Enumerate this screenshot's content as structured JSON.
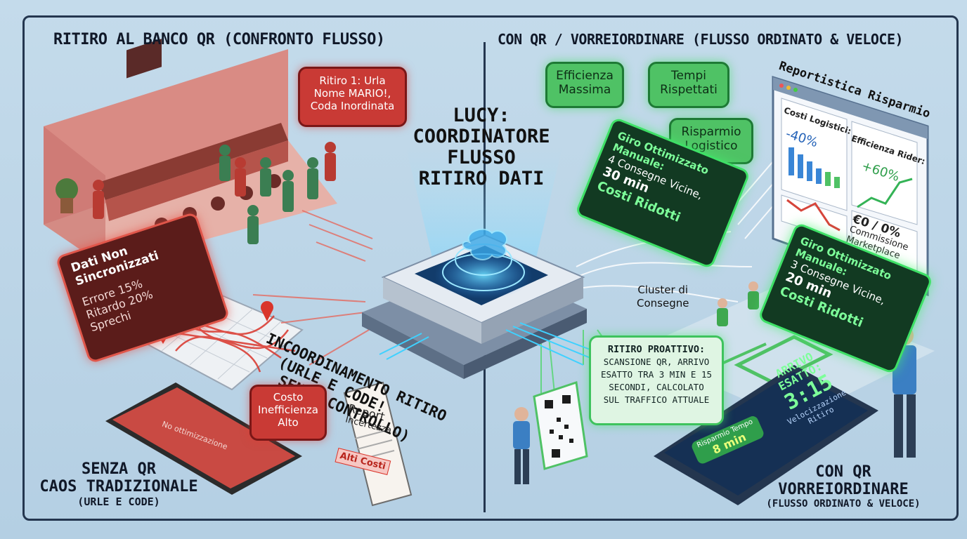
{
  "headers": {
    "left": "RITIRO AL BANCO QR (CONFRONTO FLUSSO)",
    "right": "CON QR / VORREIORDINARE (FLUSSO ORDINATO & VELOCE)"
  },
  "center": {
    "title_line1": "LUCY:",
    "title_line2": "COORDINATORE",
    "title_line3": "FLUSSO",
    "title_line4": "RITIRO DATI"
  },
  "left": {
    "callout_ritiro": {
      "line1": "Ritiro 1: Urla",
      "line2": "Nome MARIO!,",
      "line3": "Coda Inordinata"
    },
    "dati_panel": {
      "title": "Dati Non Sincronizzati",
      "items": [
        "Errore 15%",
        "Ritardo 20%",
        "Sprechi"
      ]
    },
    "incoordinamento": {
      "line1": "INCOORDINAMENTO RITIRO",
      "line2": "(URLE E CODE!",
      "line3": "SENZA CONTROLLO)"
    },
    "costo": {
      "line1": "Costo",
      "line2": "Inefficienza",
      "line3": "Alto"
    },
    "phone_text": "No ottimizzazione",
    "report": {
      "line1": "Report",
      "line2": "Incertezza",
      "badge": "Alti Costi"
    },
    "bottom": {
      "line1": "SENZA QR",
      "line2": "CAOS TRADIZIONALE",
      "line3": "(URLE E CODE)"
    }
  },
  "right": {
    "bubbles": {
      "efficienza": {
        "line1": "Efficienza",
        "line2": "Massima"
      },
      "tempi": {
        "line1": "Tempi",
        "line2": "Rispettati"
      },
      "risparmio": {
        "line1": "Risparmio",
        "line2": "Logistico"
      }
    },
    "giro1": {
      "title": "Giro Ottimizzato Manuale:",
      "l1": "4 Consegne Vicine,",
      "l2": "30 min",
      "l3": "Costi Ridotti"
    },
    "giro2": {
      "title": "Giro Ottimizzato Manuale:",
      "l1": "3 Consegne Vicine,",
      "l2": "20 min",
      "l3": "Costi Ridotti"
    },
    "report": {
      "title": "Reportistica Risparmio",
      "costi_label": "Costi Logistici:",
      "costi_value": "-40%",
      "rider_label": "Efficienza Rider:",
      "rider_value": "+60%",
      "commission_value": "€0 / 0%",
      "commission_label1": "Commissione",
      "commission_label2": "Marketplace"
    },
    "cluster": {
      "line1": "Cluster di",
      "line2": "Consegne"
    },
    "ritiro_proattivo": {
      "title": "RITIRO PROATTIVO:",
      "l1": "SCANSIONE QR, ARRIVO",
      "l2": "ESATTO TRA 3 MIN E 15",
      "l3": "SECONDI, CALCOLATO",
      "l4": "SUL TRAFFICO ATTUALE"
    },
    "phone": {
      "title1": "ARRIVO",
      "title2": "ESATTO:",
      "time": "3:15",
      "sub1": "Velocizzazione",
      "sub2": "Ritiro",
      "badge_label": "Risparmio Tempo",
      "badge_value": "8 min"
    },
    "bottom": {
      "line1": "CON QR",
      "line2": "VORREIORDINARE",
      "line3": "(FLUSSO ORDINATO & VELOCE)"
    }
  },
  "colors": {
    "chaos_red": "#c93a35",
    "order_green": "#4fc265",
    "navy": "#24364f",
    "glow_blue": "#4fb6ff"
  }
}
